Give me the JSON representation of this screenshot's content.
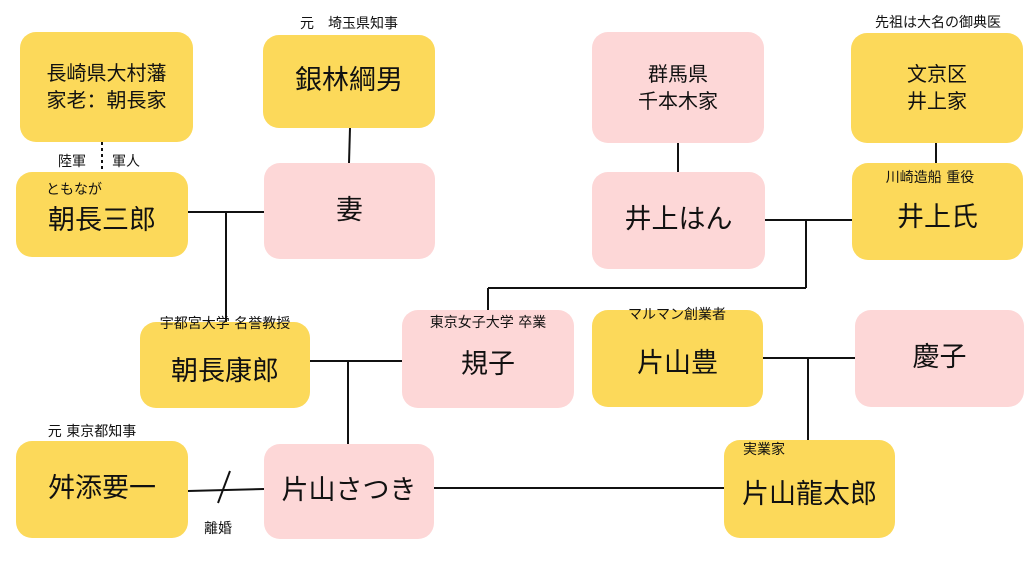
{
  "colors": {
    "male_box": "#fcd95a",
    "female_box": "#fdd7d7",
    "line": "#111111"
  },
  "people": {
    "omura": "長崎県大村藩\n家老：朝長家",
    "ginbayashi": "銀林綱男",
    "gunma": "群馬県\n千本木家",
    "bunkyo": "文京区\n井上家",
    "saburo": "朝長三郎",
    "tsuma": "妻",
    "inoue_han": "井上はん",
    "inoue_shi": "井上氏",
    "yasuro": "朝長康郎",
    "noriko": "規子",
    "yutaka": "片山豊",
    "keiko": "慶子",
    "masuzoe": "舛添要一",
    "satsuki": "片山さつき",
    "ryutaro": "片山龍太郎"
  },
  "labels": {
    "ginbayashi_title": "元　埼玉県知事",
    "bunkyo_note": "先祖は大名の御典医",
    "army_left": "陸軍",
    "army_right": "軍人",
    "saburo_reading": "ともなが",
    "inoue_title": "川崎造船 重役",
    "yasuro_title": "宇都宮大学 名誉教授",
    "noriko_title": "東京女子大学 卒業",
    "yutaka_title": "マルマン創業者",
    "masuzoe_title": "元 東京都知事",
    "ryutaro_title": "実業家",
    "divorce": "離婚"
  }
}
